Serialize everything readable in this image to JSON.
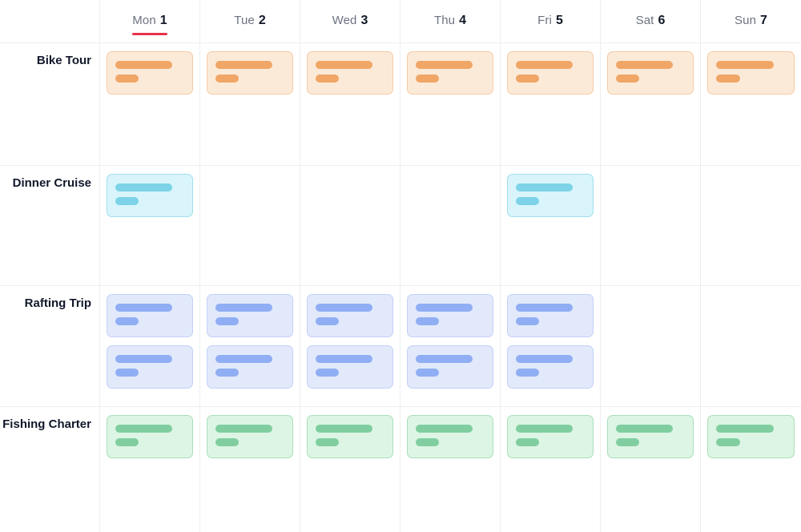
{
  "header": {
    "corner_label": "",
    "days": [
      {
        "name": "Mon",
        "number": "1",
        "is_today": true
      },
      {
        "name": "Tue",
        "number": "2",
        "is_today": false
      },
      {
        "name": "Wed",
        "number": "3",
        "is_today": false
      },
      {
        "name": "Thu",
        "number": "4",
        "is_today": false
      },
      {
        "name": "Fri",
        "number": "5",
        "is_today": false
      },
      {
        "name": "Sat",
        "number": "6",
        "is_today": false
      },
      {
        "name": "Sun",
        "number": "7",
        "is_today": false
      }
    ]
  },
  "colors": {
    "today_underline": "#e8334a",
    "grid_line": "#eceef1",
    "day_name": "#6b7280",
    "day_number": "#111827",
    "row_label": "#11182a",
    "bike_tour_bg": "#fcead9",
    "bike_tour_border": "#f5cba6",
    "bike_tour_bar": "#f0a666",
    "dinner_cruise_bg": "#d9f5fb",
    "dinner_cruise_border": "#9fdfed",
    "dinner_cruise_bar": "#7dd3e8",
    "rafting_trip_bg": "#e2e9fb",
    "rafting_trip_border": "#c3d1f7",
    "rafting_trip_bar": "#90aef3",
    "fishing_charter_bg": "#ddf5e4",
    "fishing_charter_border": "#aadfbb",
    "fishing_charter_bar": "#80cea0"
  },
  "rows": [
    {
      "label": "Bike Tour",
      "color": "orange",
      "height": 153,
      "cells": [
        {
          "day": "Mon",
          "events": 1
        },
        {
          "day": "Tue",
          "events": 1
        },
        {
          "day": "Wed",
          "events": 1
        },
        {
          "day": "Thu",
          "events": 1
        },
        {
          "day": "Fri",
          "events": 1
        },
        {
          "day": "Sat",
          "events": 1
        },
        {
          "day": "Sun",
          "events": 1
        }
      ]
    },
    {
      "label": "Dinner Cruise",
      "color": "cyan",
      "height": 150,
      "cells": [
        {
          "day": "Mon",
          "events": 1
        },
        {
          "day": "Tue",
          "events": 0
        },
        {
          "day": "Wed",
          "events": 0
        },
        {
          "day": "Thu",
          "events": 0
        },
        {
          "day": "Fri",
          "events": 1
        },
        {
          "day": "Sat",
          "events": 0
        },
        {
          "day": "Sun",
          "events": 0
        }
      ]
    },
    {
      "label": "Rafting Trip",
      "color": "blue",
      "height": 151,
      "cells": [
        {
          "day": "Mon",
          "events": 2
        },
        {
          "day": "Tue",
          "events": 2
        },
        {
          "day": "Wed",
          "events": 2
        },
        {
          "day": "Thu",
          "events": 2
        },
        {
          "day": "Fri",
          "events": 2
        },
        {
          "day": "Sat",
          "events": 0
        },
        {
          "day": "Sun",
          "events": 0
        }
      ]
    },
    {
      "label": "Fishing Charter",
      "color": "green",
      "height": 156,
      "cells": [
        {
          "day": "Mon",
          "events": 1
        },
        {
          "day": "Tue",
          "events": 1
        },
        {
          "day": "Wed",
          "events": 1
        },
        {
          "day": "Thu",
          "events": 1
        },
        {
          "day": "Fri",
          "events": 1
        },
        {
          "day": "Sat",
          "events": 1
        },
        {
          "day": "Sun",
          "events": 1
        }
      ]
    }
  ]
}
